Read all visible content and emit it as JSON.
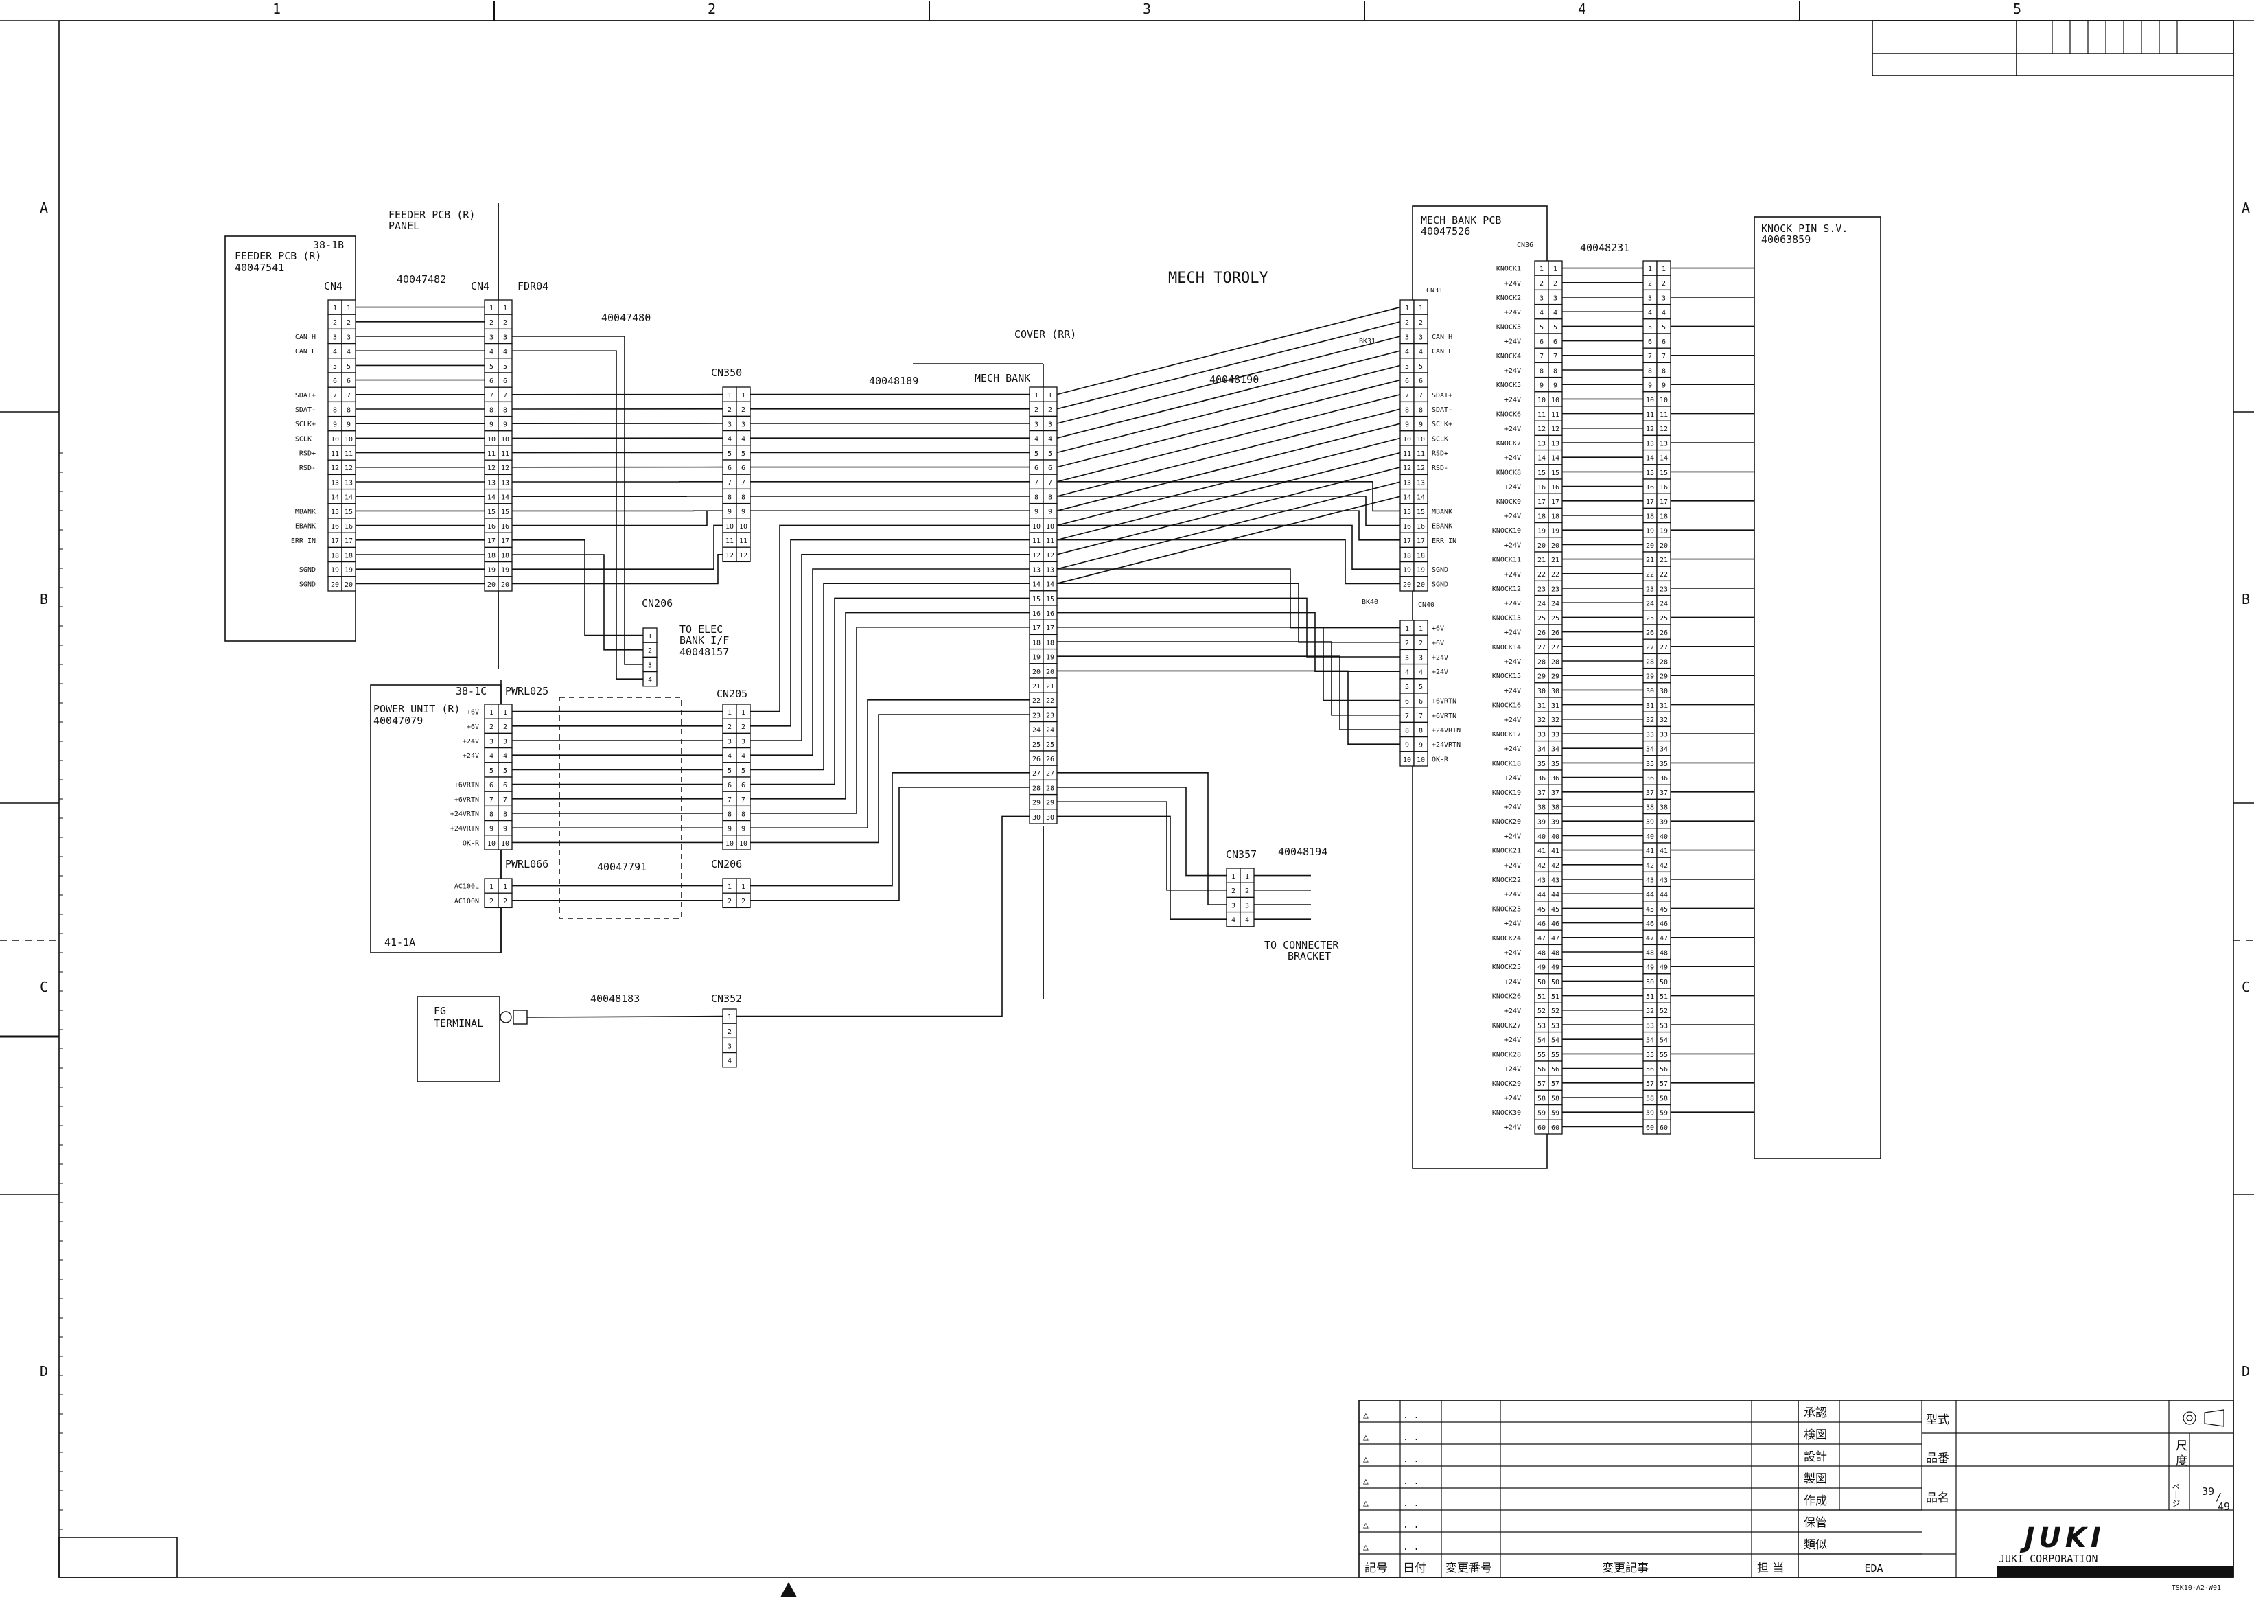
{
  "zones": {
    "cols": [
      "1",
      "2",
      "3",
      "4",
      "5"
    ],
    "rows": [
      "A",
      "B",
      "C",
      "D"
    ]
  },
  "title": "MECH TOROLY",
  "feeder_pcb": {
    "zone": "38-1B",
    "label": "FEEDER PCB (R)",
    "part": "40047541",
    "connector": "CN4",
    "signals": [
      "",
      "",
      "CAN H",
      "CAN L",
      "",
      "",
      "SDAT+",
      "SDAT-",
      "SCLK+",
      "SCLK-",
      "RSD+",
      "RSD-",
      "",
      "",
      "MBANK",
      "EBANK",
      "ERR IN",
      "",
      "SGND",
      "SGND"
    ]
  },
  "feeder_panel": {
    "label": "FEEDER PCB (R)",
    "label2": "PANEL",
    "connector": "CN4",
    "connector2": "FDR04"
  },
  "cable_feeder": "40047482",
  "cable_elec": "40047480",
  "cn206_top": {
    "label": "CN206",
    "dest1": "TO ELEC",
    "dest2": "BANK I/F",
    "part": "40048157"
  },
  "cn350": {
    "label": "CN350"
  },
  "cable_mech_left": "40048189",
  "cover": "COVER (RR)",
  "mech_bank": {
    "label": "MECH BANK"
  },
  "cable_mech_right": "40048190",
  "power_unit": {
    "zone": "38-1C",
    "label": "POWER UNIT (R)",
    "part": "40047079",
    "connector": "PWRL025",
    "zone2": "41-1A",
    "signals": [
      "+6V",
      "+6V",
      "+24V",
      "+24V",
      "",
      "+6VRTN",
      "+6VRTN",
      "+24VRTN",
      "+24VRTN",
      "OK-R"
    ],
    "ac_connector": "PWRL066",
    "ac_signals": [
      "AC100L",
      "AC100N"
    ]
  },
  "cn205": {
    "label": "CN205"
  },
  "cable_power": "40047791",
  "cn206_ac": {
    "label": "CN206"
  },
  "fg": {
    "label1": "FG",
    "label2": "TERMINAL",
    "cable": "40048183",
    "connector": "CN352"
  },
  "cn357": {
    "label": "CN357",
    "cable": "40048194",
    "dest1": "TO CONNECTER",
    "dest2": "BRACKET"
  },
  "mech_bank_pcb": {
    "label": "MECH BANK PCB",
    "part": "40047526",
    "cn31": "CN31",
    "bk31": "BK31",
    "cn40": "CN40",
    "bk40": "BK40",
    "cn36": "CN36",
    "cn31_signals": [
      "",
      "",
      "CAN H",
      "CAN L",
      "",
      "",
      "SDAT+",
      "SDAT-",
      "SCLK+",
      "SCLK-",
      "RSD+",
      "RSD-",
      "",
      "",
      "MBANK",
      "EBANK",
      "ERR IN",
      "",
      "SGND",
      "SGND"
    ],
    "cn40_signals": [
      "+6V",
      "+6V",
      "+24V",
      "+24V",
      "",
      "+6VRTN",
      "+6VRTN",
      "+24VRTN",
      "+24VRTN",
      "OK-R"
    ]
  },
  "cable_knock": "40048231",
  "knock_pin": {
    "label": "KNOCK PIN S.V.",
    "part": "40063859"
  },
  "title_block": {
    "rev_mark": "△",
    "rev_dots": ". .",
    "h_mark": "記号",
    "h_date": "日付",
    "h_no": "変更番号",
    "h_desc": "変更記事",
    "h_resp": "担 当",
    "approve": "承認",
    "check": "検図",
    "design": "設計",
    "draw": "製図",
    "make": "作成",
    "keep": "保管",
    "similar": "類似",
    "eda": "EDA",
    "model": "型式",
    "partno": "品番",
    "name": "品名",
    "scale1": "尺",
    "scale2": "度",
    "page_label": "ページ",
    "page": "39",
    "pages": "49",
    "logo": "JUKI",
    "company": "JUKI CORPORATION",
    "form": "TSK10-A2-W01"
  }
}
